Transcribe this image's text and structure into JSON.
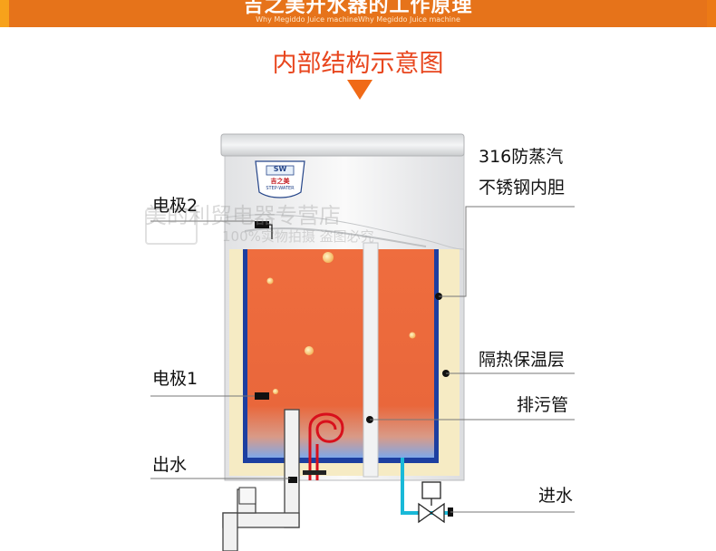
{
  "banner": {
    "title": "吉之美开水器的工作原理",
    "subtitle": "Why Megiddo Juice machineWhy Megiddo Juice machine"
  },
  "section_title": "内部结构示意图",
  "labels": {
    "electrode2": "电极2",
    "electrode1": "电极1",
    "outlet": "出水",
    "liner_line1": "316防蒸汽",
    "liner_line2": "不锈钢内胆",
    "insulation": "隔热保温层",
    "drain": "排污管",
    "inlet": "进水"
  },
  "badge": {
    "brand": "SW",
    "name": "吉之美",
    "model": "STEP-WATER"
  },
  "watermark": {
    "line1": "美的利贸电器专营店",
    "line2": "100%实物拍摄 盗图必究"
  },
  "colors": {
    "accent": "#e8461e",
    "banner": "#e6731a",
    "water": "#ea6a3c",
    "liner_blue": "#1d3fa0",
    "insulation": "#f6ebc4",
    "pipe_cyan": "#19b9d8",
    "heater_red": "#d8101c"
  }
}
